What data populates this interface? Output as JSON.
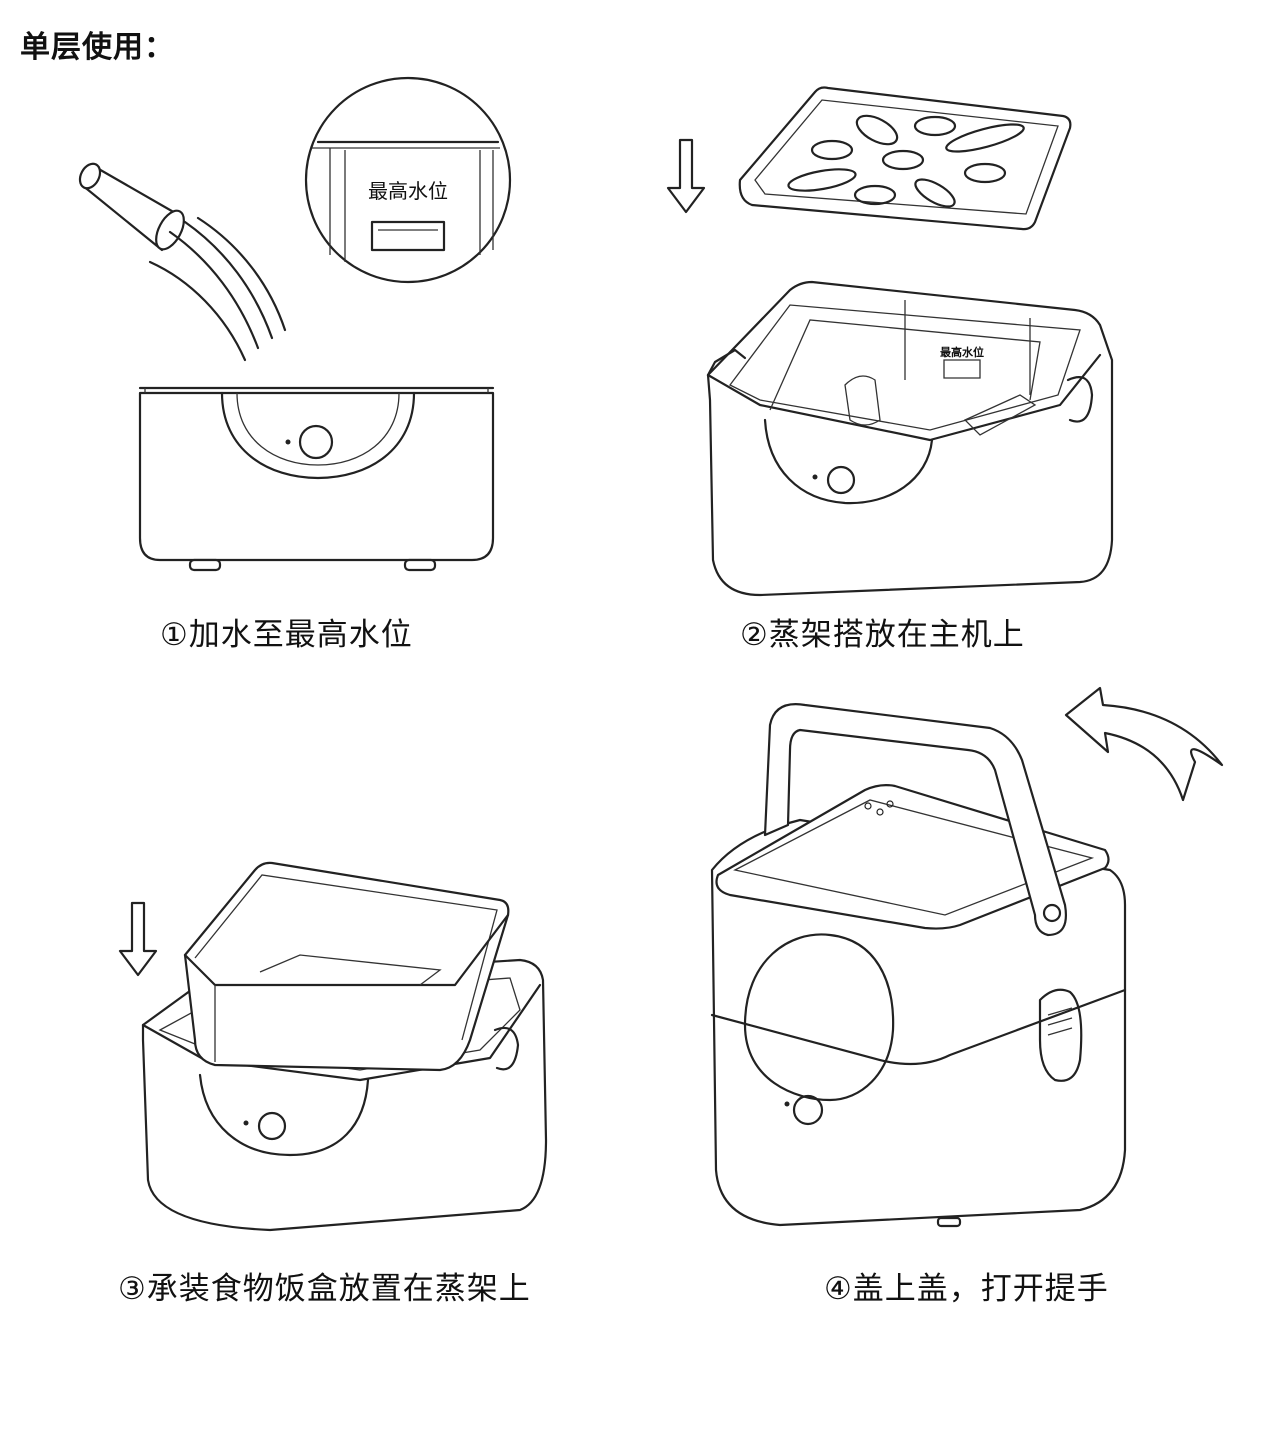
{
  "section_title": "单层使用：",
  "steps": [
    {
      "label": "①加水至最高水位"
    },
    {
      "label": "②蒸架搭放在主机上"
    },
    {
      "label": "③承装食物饭盒放置在蒸架上"
    },
    {
      "label": "④盖上盖，打开提手"
    }
  ],
  "callout": {
    "max_water_label": "最高水位"
  },
  "colors": {
    "line": "#222222",
    "background": "#ffffff"
  },
  "icons": [
    "down-arrow-icon",
    "curved-arrow-icon",
    "water-cup-icon"
  ]
}
